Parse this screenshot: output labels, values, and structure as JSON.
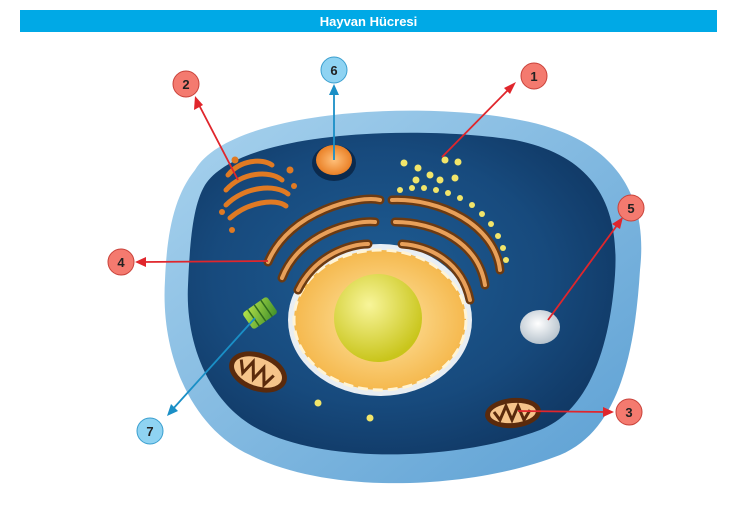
{
  "title": "Hayvan Hücresi",
  "colors": {
    "title_bar": "#00a9e6",
    "red_badge": "#f47a6f",
    "blue_badge": "#8fd3f2",
    "red_arrow": "#e0262c",
    "blue_arrow": "#1a8fc6"
  },
  "labels": [
    {
      "id": "1",
      "color": "red"
    },
    {
      "id": "2",
      "color": "red"
    },
    {
      "id": "3",
      "color": "red"
    },
    {
      "id": "4",
      "color": "red"
    },
    {
      "id": "5",
      "color": "red"
    },
    {
      "id": "6",
      "color": "blue"
    },
    {
      "id": "7",
      "color": "blue"
    }
  ]
}
